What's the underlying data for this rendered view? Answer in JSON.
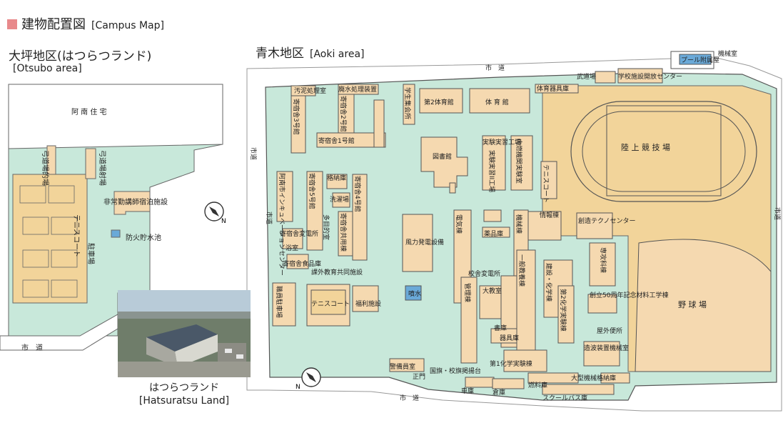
{
  "title": {
    "main": "建物配置図",
    "en": "[Campus Map]"
  },
  "otsubo": {
    "title": "大坪地区(はつらつランド)",
    "en": "[Otsubo area]",
    "labels": {
      "anan_jutaku": "阿 南 住 宅",
      "kyudo_mato": "弓道場的場",
      "kyudo_shajo": "弓道場射場",
      "shukuhaku": "非常勤講師宿泊施設",
      "tennis": "テニスコート",
      "chusha": "駐車場",
      "bouka": "防火貯水池",
      "road": "市　道"
    }
  },
  "photo": {
    "caption": "はつらつランド",
    "caption_en": "[Hatsuratsu Land]"
  },
  "aoki": {
    "title": "青木地区",
    "en": "[Aoki area]",
    "labels": {
      "road_top": "市　道",
      "road_left": "市道",
      "road_left2": "市道",
      "road_right": "市道",
      "road_bottom": "市　道",
      "oudei": "汚泥処理室",
      "haisui": "廃水処理装置",
      "ryo3": "寄宿舎3号館",
      "ryo2": "寄宿舎2号館",
      "ryo1": "寄宿舎1号館",
      "gakusei": "学生集会所",
      "gym2": "第2体育館",
      "gym": "体 育 館",
      "taiiku_kigu": "体育器具庫",
      "budo": "武道場",
      "pool_kanri": "学校施設開放センター",
      "pool": "プール附属屋",
      "kikai": "機械室",
      "rikujo": "陸 上 競 技 場",
      "library": "図書館",
      "jikken": "実験実習工場",
      "jikken2": "実験実習II工場",
      "nainen": "内燃機関実験室",
      "tennis2": "テニスコート",
      "incubation": "阿南市インキュベーションセンター",
      "ryo5": "寄宿舎5号館",
      "kakuno": "格納庫",
      "ryo4": "寄宿舎4号館",
      "sentaku": "洗濯場",
      "kyoyo": "寄宿舎共用棟",
      "henden": "寄宿舎変電所",
      "tamokuteki": "多目的室",
      "yokushitsu": "浴室",
      "shokuhin": "寄宿舎食品庫",
      "kagai": "課外教育共同施設",
      "shokuin_chusha": "職員駐車場",
      "tennis3": "テニスコート",
      "fukuri": "福利施設",
      "funsui": "噴水",
      "furyoku": "風力発電設備",
      "yakuhin": "薬品庫",
      "denki": "電気棟",
      "kikai_to": "機械棟",
      "joho": "情報棟",
      "sozo": "創造テクノセンター",
      "senko": "専攻科棟",
      "kosha_hendensho": "校舎変電所",
      "daikyoshitsu": "大教室",
      "kanri": "管理棟",
      "ippan": "一般教養棟",
      "kenchiku": "建設・化学棟",
      "kagaku2": "第2化学実験棟",
      "sohen": "創立50周年記念材料工学棟",
      "okugai_benjo": "屋外便所",
      "yakyu": "野 球 場",
      "shokyaku": "書庫",
      "kigu": "器具庫",
      "kagaku1": "第1化学実験棟",
      "zouen": "造波装置機械室",
      "keibi": "警備員室",
      "seimon": "正門",
      "kokki": "国旗・校旗掲揚台",
      "shako": "車庫",
      "souko": "倉庫",
      "nenryo": "燃料庫",
      "oogata": "大型機械格納庫",
      "bus": "スクールバス庫"
    }
  },
  "colors": {
    "map_bg": "#c8e8da",
    "building": "#f5d9b0",
    "field": "#f2d49a",
    "road": "#ffffff",
    "outline": "#555555",
    "photo_sky": "#b8cbd8"
  },
  "icons": {
    "compass": "compass-icon",
    "legend": "legend-square"
  }
}
